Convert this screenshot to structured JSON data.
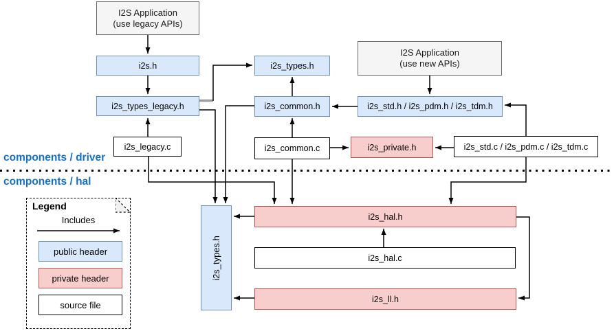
{
  "sections": {
    "driver": "components / driver",
    "hal": "components / hal"
  },
  "colors": {
    "public_header_fill": "#dae8fc",
    "public_header_border": "#6c8ebf",
    "private_header_fill": "#f8cecc",
    "private_header_border": "#b85450",
    "app_box_fill": "#f5f5f5",
    "app_box_border": "#666666",
    "source_file_fill": "#ffffff",
    "source_file_border": "#000000",
    "section_label_color": "#1471c8",
    "edge_color": "#000000"
  },
  "nodes": {
    "app_legacy": {
      "line1": "I2S Application",
      "line2": "(use legacy APIs)"
    },
    "app_new": {
      "line1": "I2S Application",
      "line2": "(use new APIs)"
    },
    "i2s_h": {
      "label": "i2s.h"
    },
    "i2s_types_legacy_h": {
      "label": "i2s_types_legacy.h"
    },
    "i2s_legacy_c": {
      "label": "i2s_legacy.c"
    },
    "i2s_types_h": {
      "label": "i2s_types.h"
    },
    "i2s_common_h": {
      "label": "i2s_common.h"
    },
    "i2s_common_c": {
      "label": "i2s_common.c"
    },
    "i2s_std_h": {
      "label": "i2s_std.h / i2s_pdm.h / i2s_tdm.h"
    },
    "i2s_private_h": {
      "label": "i2s_private.h"
    },
    "i2s_std_c": {
      "label": "i2s_std.c / i2s_pdm.c / i2s_tdm.c"
    },
    "i2s_types_h_vertical": {
      "label": "i2s_types.h"
    },
    "i2s_hal_h": {
      "label": "i2s_hal.h"
    },
    "i2s_hal_c": {
      "label": "i2s_hal.c"
    },
    "i2s_ll_h": {
      "label": "i2s_ll.h"
    }
  },
  "legend": {
    "title": "Legend",
    "arrow_label": "Includes",
    "items": [
      {
        "label": "public header",
        "type": "public"
      },
      {
        "label": "private header",
        "type": "private"
      },
      {
        "label": "source file",
        "type": "source"
      }
    ]
  }
}
